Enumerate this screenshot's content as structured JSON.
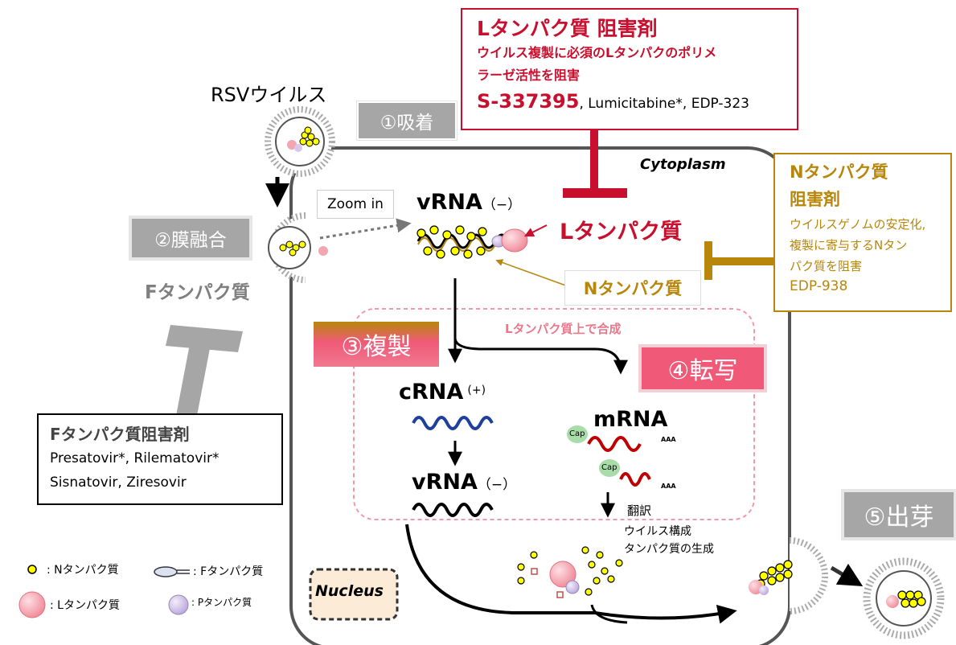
{
  "virus": {
    "title": "RSVウイルス"
  },
  "steps": {
    "s1": "①吸着",
    "s2": "②膜融合",
    "s3": "③複製",
    "s4": "④転写",
    "s5": "⑤出芽"
  },
  "cell": {
    "cytoplasm": "Cytoplasm",
    "nucleus": "Nucleus",
    "zoom": "Zoom in",
    "synthesis_note": "Lタンパク質上で合成"
  },
  "rna": {
    "vrna_top": "vRNA",
    "vrna_top_sign": "（−）",
    "crna": "cRNA",
    "crna_sign": "(+)",
    "vrna_bottom": "vRNA",
    "vrna_bottom_sign": "（−）",
    "mrna": "mRNA",
    "cap": "Cap",
    "aaa": "AAA"
  },
  "translation": {
    "line1": "翻訳",
    "line2": "ウイルス構成",
    "line3": "タンパク質の生成"
  },
  "proteins": {
    "L": "Lタンパク質",
    "N": "Nタンパク質",
    "F": "Fタンパク質"
  },
  "l_inhibitor": {
    "title": "Lタンパク質  阻害剤",
    "desc1": "ウイルス複製に必須のLタンパクのポリメ",
    "desc2": "ラーゼ活性を阻害",
    "drug_main": "S-337395",
    "drug_rest": ", Lumicitabine*, EDP-323"
  },
  "n_inhibitor": {
    "title1": "Nタンパク質",
    "title2": "阻害剤",
    "desc1": "ウイルスゲノムの安定化,",
    "desc2": "複製に寄与するNタン",
    "desc3": "パク質を阻害",
    "drug": "EDP-938"
  },
  "f_inhibitor": {
    "title": "Fタンパク質阻害剤",
    "drugs1": "Presatovir*, Rilematovir*",
    "drugs2": "Sisnatovir, Ziresovir"
  },
  "legend": {
    "n": ": Nタンパク質",
    "f": ": Fタンパク質",
    "l": ": Lタンパク質",
    "p": ": Pタンパク質"
  },
  "colors": {
    "l_red": "#c8102e",
    "n_gold": "#b8860b",
    "step_gray": "#a6a6a6",
    "step_pink": "#f05a78",
    "crna_blue": "#1f3f9f",
    "mrna_red": "#c00000",
    "yellow": "#ffff00",
    "pink_ball": "#f4a6b0",
    "lavender": "#d8c8ec"
  }
}
